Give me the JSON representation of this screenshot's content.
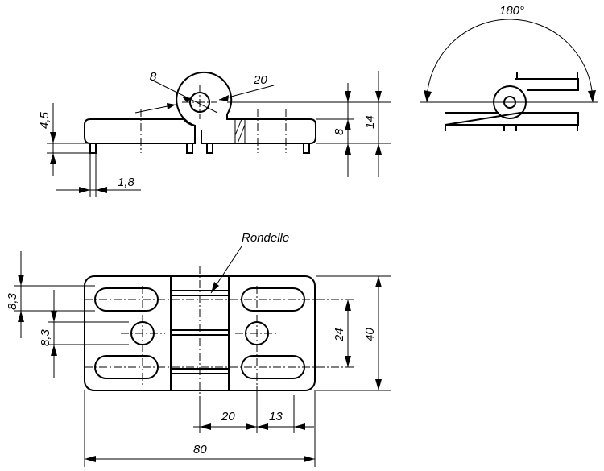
{
  "drawing": {
    "side_view": {
      "dim_pin_dia": "8",
      "dim_knuckle_dia": "20",
      "dim_height_total": "14",
      "dim_plate_height": "8",
      "dim_pin_length": "4,5",
      "dim_pin_offset": "1,8"
    },
    "open_view": {
      "dim_angle": "180°"
    },
    "plan_view": {
      "label_washer": "Rondelle",
      "dim_slot_pitch_a": "8,3",
      "dim_slot_pitch_b": "8,3",
      "dim_hole_spacing": "24",
      "dim_width": "40",
      "dim_hole_center": "20",
      "dim_hole_edge": "13",
      "dim_length": "80"
    }
  }
}
